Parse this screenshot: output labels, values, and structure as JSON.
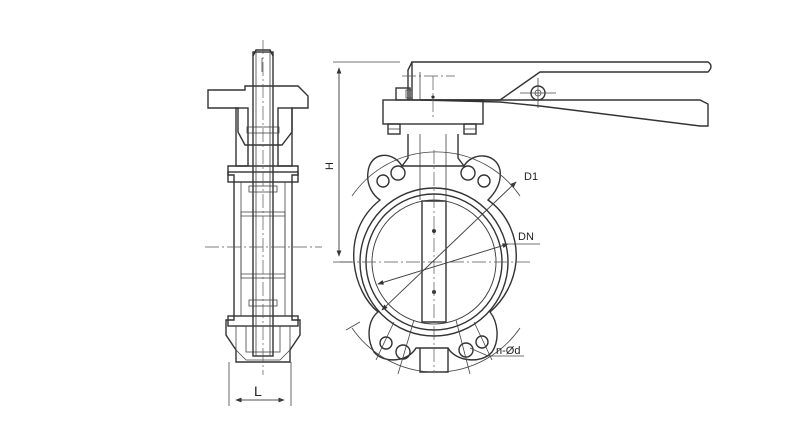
{
  "labels": {
    "length": "L",
    "height": "H",
    "bolt_circle": "D1",
    "nominal_diameter": "DN",
    "holes": "n-Ød"
  }
}
